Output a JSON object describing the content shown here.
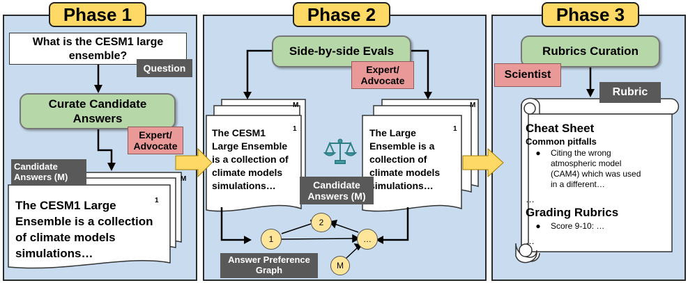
{
  "phase1": {
    "title": "Phase 1",
    "question_text": "What is the CESM1 large ensemble?",
    "question_tag": "Question",
    "curate_box": "Curate Candidate Answers",
    "expert_tag": "Expert/ Advocate",
    "candidate_tag": "Candidate Answers (M)",
    "page_label_m": "M",
    "page_label_1": "1",
    "answer_text": "The CESM1 Large Ensemble is a collection of climate models simulations…"
  },
  "phase2": {
    "title": "Phase 2",
    "evals_box": "Side-by-side Evals",
    "expert_tag": "Expert/ Advocate",
    "left_doc_text": "The CESM1 Large Ensemble is a collection of climate models simulations…",
    "right_doc_text": "The Large Ensemble is a collection of climate models simulations…",
    "page_label_m": "M",
    "page_label_1": "1",
    "candidate_tag": "Candidate Answers (M)",
    "graph_tag": "Answer Preference Graph",
    "nodes": [
      "1",
      "2",
      "…",
      "M"
    ]
  },
  "phase3": {
    "title": "Phase 3",
    "rubrics_box": "Rubrics Curation",
    "scientist_tag": "Scientist",
    "rubric_tag": "Rubric",
    "cheat_sheet": "Cheat Sheet",
    "common_pitfalls": "Common pitfalls",
    "pitfall_bullet": "Citing the wrong atmospheric model (CAM4) which was used in a different…",
    "ellipsis1": "…",
    "grading_rubrics": "Grading Rubrics",
    "score_bullet": "Score 9-10: …",
    "ellipsis2": "…"
  },
  "colors": {
    "panel": "#c9dcef",
    "phase_title": "#ffd966",
    "green_box": "#b6d7a8",
    "pink_tag": "#ea9999",
    "gray_tag": "#595959",
    "arrow_fill": "#ffd966",
    "node_fill": "#ffe599"
  }
}
